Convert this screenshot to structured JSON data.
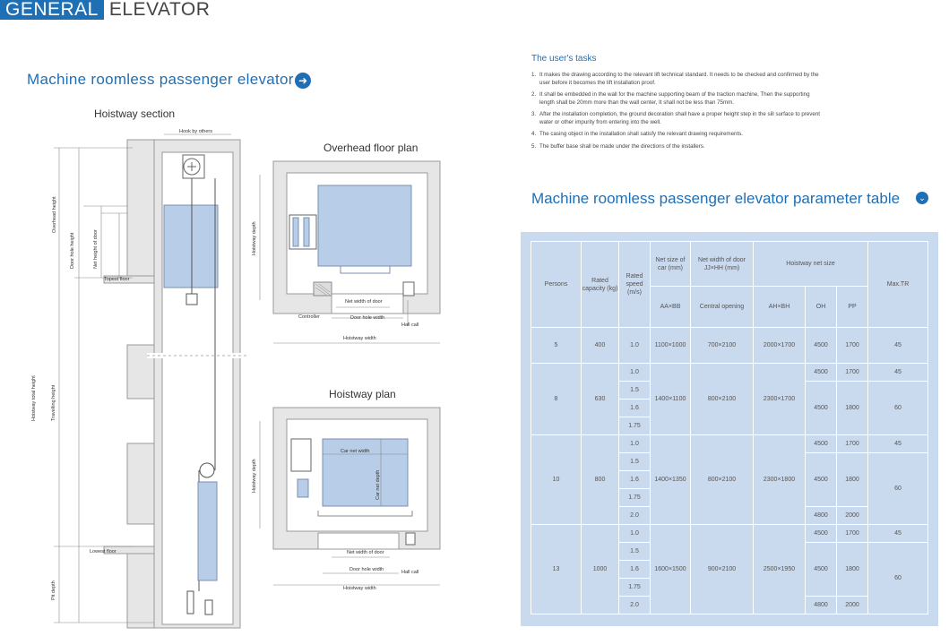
{
  "header": {
    "box": "GENERAL",
    "text": "ELEVATOR"
  },
  "section_title": "Machine roomless passenger elevator",
  "drawings": {
    "hoistway_section": "Hoistway section",
    "overhead_floor_plan": "Overhead floor plan",
    "hoistway_plan": "Hoistway plan",
    "section_labels": {
      "hook": "Hook by others",
      "overhead_height": "Overhead height",
      "door_hole_height": "Door hole height",
      "net_height_door": "Net height of door",
      "topest_floor": "Topest floor",
      "hoistway_total_height": "Hoistway total height",
      "travelling_height": "Travelling height",
      "lowest_floor": "Lowest floor",
      "pit_depth": "Pit depth"
    },
    "overhead_labels": {
      "hoistway_depth": "Hoistway depth",
      "net_width_door": "Net width of door",
      "controller": "Controller",
      "door_hole_width": "Door hole width",
      "hall_call": "Hall call",
      "hoistway_width": "Hoistway width"
    },
    "plan_labels": {
      "car_net_width": "Car net width",
      "car_net_depth": "Car net depth",
      "hoistway_depth": "Hoistway depth",
      "net_width_door": "Net width of door",
      "door_hole_width": "Door hole width",
      "hall_call": "Hall call",
      "hoistway_width": "Hoistway width"
    }
  },
  "tasks": {
    "title": "The user's tasks",
    "items": [
      {
        "n": "1.",
        "text": "It makes the drawing according to the relevant lift technical standard.  It needs to be checked and confirmed by the user before it becomes the lift installation proof."
      },
      {
        "n": "2.",
        "text": "It shall be embedded in the wall for the machine supporting beam of the traction machine, Then the supporting length shall be 20mm more than the wall center, It shall not be less than 75mm."
      },
      {
        "n": "3.",
        "text": "After the installation completion, the ground decoration shall have a proper height step in the sill surface to prevent water or other impurity from entering into the well."
      },
      {
        "n": "4.",
        "text": "The casing object in the installation shall satisfy the relevant drawing requirements."
      },
      {
        "n": "5.",
        "text": "The buffer base shall be made under the directions of the installers."
      }
    ]
  },
  "param_table": {
    "title": "Machine roomless passenger elevator parameter table",
    "headers": {
      "persons": "Persons",
      "rated_capacity": "Rated capacity (kg)",
      "rated_speed": "Rated speed (m/s)",
      "net_size_car": "Net size of car (mm)",
      "net_width_door": "Net width of door JJ×HH (mm)",
      "hoistway_net_size": "Hoistway net size",
      "max_tr": "Max.TR",
      "aaxbb": "AA×BB",
      "central_opening": "Central opening",
      "ahxbh": "AH×BH",
      "oh": "OH",
      "pp": "PP"
    },
    "groups": [
      {
        "persons": "5",
        "capacity": "400",
        "car": "1100×1000",
        "door": "700×2100",
        "hoistway": "2000×1700",
        "speeds": [
          "1.0"
        ],
        "oh": [
          "4500"
        ],
        "pp": [
          "1700"
        ],
        "tr": [
          "45"
        ]
      },
      {
        "persons": "8",
        "capacity": "630",
        "car": "1400×1100",
        "door": "800×2100",
        "hoistway": "2300×1700",
        "speeds": [
          "1.0",
          "1.5",
          "1.6",
          "1.75"
        ],
        "oh": [
          "4500",
          "4500"
        ],
        "pp": [
          "1700",
          "1800"
        ],
        "tr": [
          "45",
          "60"
        ]
      },
      {
        "persons": "10",
        "capacity": "800",
        "car": "1400×1350",
        "door": "800×2100",
        "hoistway": "2300×1800",
        "speeds": [
          "1.0",
          "1.5",
          "1.6",
          "1.75",
          "2.0"
        ],
        "oh": [
          "4500",
          "4500",
          "4800"
        ],
        "pp": [
          "1700",
          "1800",
          "2000"
        ],
        "tr": [
          "45",
          "60"
        ]
      },
      {
        "persons": "13",
        "capacity": "1000",
        "car": "1600×1500",
        "door": "900×2100",
        "hoistway": "2500×1950",
        "speeds": [
          "1.0",
          "1.5",
          "1.6",
          "1.75",
          "2.0"
        ],
        "oh": [
          "4500",
          "4500",
          "4800"
        ],
        "pp": [
          "1700",
          "1800",
          "2000"
        ],
        "tr": [
          "45",
          "60"
        ]
      }
    ]
  }
}
